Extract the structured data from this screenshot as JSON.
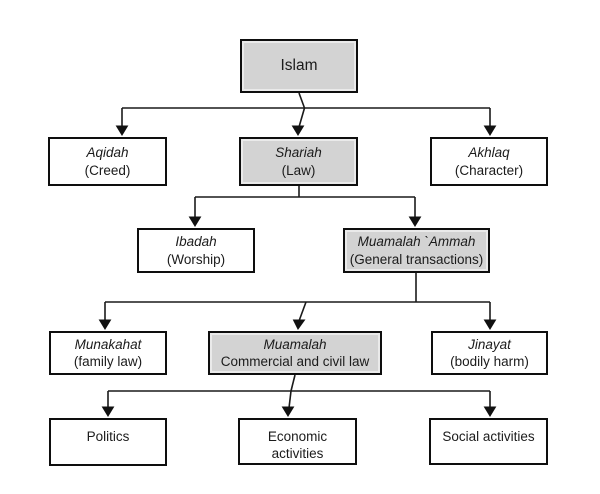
{
  "diagram": {
    "type": "org-chart",
    "levels": 5,
    "colors": {
      "highlight_fill": "#d3d3d3",
      "normal_fill": "#ffffff",
      "border": "#0e0e0e",
      "line": "#1a1a1a",
      "background": "#ffffff"
    },
    "nodes": {
      "islam": {
        "term": "Islam",
        "sub": "",
        "highlighted": true
      },
      "aqidah": {
        "term": "Aqidah",
        "sub": "(Creed)",
        "highlighted": false
      },
      "shariah": {
        "term": "Shariah",
        "sub": "(Law)",
        "highlighted": true
      },
      "akhlaq": {
        "term": "Akhlaq",
        "sub": "(Character)",
        "highlighted": false
      },
      "ibadah": {
        "term": "Ibadah",
        "sub": "(Worship)",
        "highlighted": false
      },
      "muamalah_ammah": {
        "term": "Muamalah `Ammah",
        "sub": "(General transactions)",
        "highlighted": true
      },
      "munakahat": {
        "term": "Munakahat",
        "sub": "(family law)",
        "highlighted": false
      },
      "muamalah": {
        "term": "Muamalah",
        "sub": "Commercial and civil law",
        "highlighted": true
      },
      "jinayat": {
        "term": "Jinayat",
        "sub": "(bodily harm)",
        "highlighted": false
      },
      "politics": {
        "term": "Politics",
        "sub": "",
        "highlighted": false
      },
      "economic": {
        "term": "Economic\nactivities",
        "sub": "",
        "highlighted": false
      },
      "social": {
        "term": "Social activities",
        "sub": "",
        "highlighted": false
      }
    },
    "edges": [
      {
        "from": "islam",
        "to": [
          "aqidah",
          "shariah",
          "akhlaq"
        ]
      },
      {
        "from": "shariah",
        "to": [
          "ibadah",
          "muamalah_ammah"
        ]
      },
      {
        "from": "muamalah_ammah",
        "to": [
          "munakahat",
          "muamalah",
          "jinayat"
        ]
      },
      {
        "from": "muamalah",
        "to": [
          "politics",
          "economic",
          "social"
        ]
      }
    ]
  }
}
